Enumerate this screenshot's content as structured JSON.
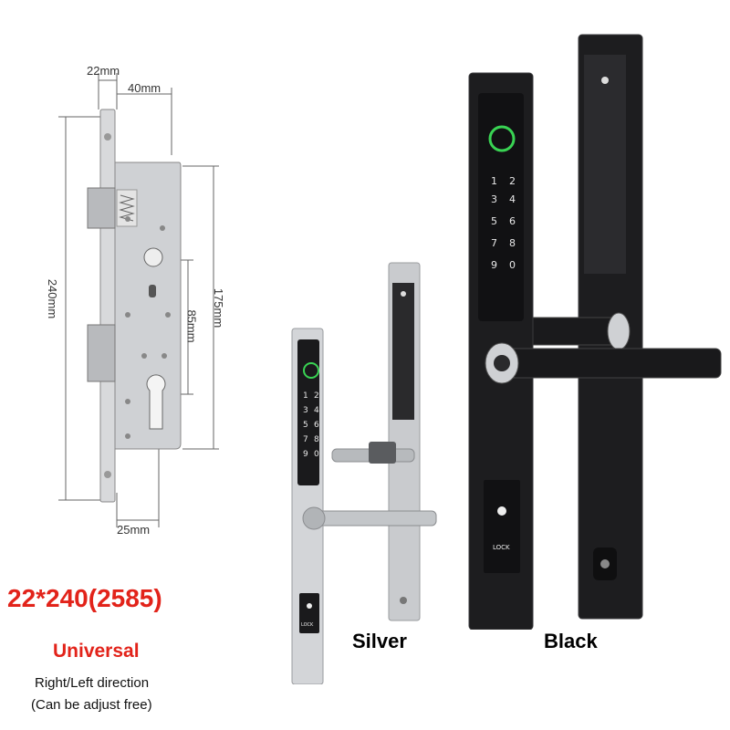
{
  "dimensions": {
    "width_faceplate": "22mm",
    "backset": "40mm",
    "height_total": "240mm",
    "height_case": "175mm",
    "center_distance": "85mm",
    "bottom_offset": "25mm"
  },
  "finishes": {
    "silver": "Silver",
    "black": "Black"
  },
  "keypad": {
    "keys": [
      "1",
      "2",
      "3",
      "4",
      "5",
      "6",
      "7",
      "8",
      "9",
      "0"
    ],
    "lock_label": "LOCK"
  },
  "info": {
    "model": "22*240(2585)",
    "type": "Universal",
    "direction_line1": "Right/Left direction",
    "direction_line2": "(Can be adjust free)"
  },
  "colors": {
    "accent_red": "#e2231a",
    "fingerprint_green": "#39d353",
    "silver_body": "#c9cbce",
    "black_body": "#1d1d1f"
  }
}
